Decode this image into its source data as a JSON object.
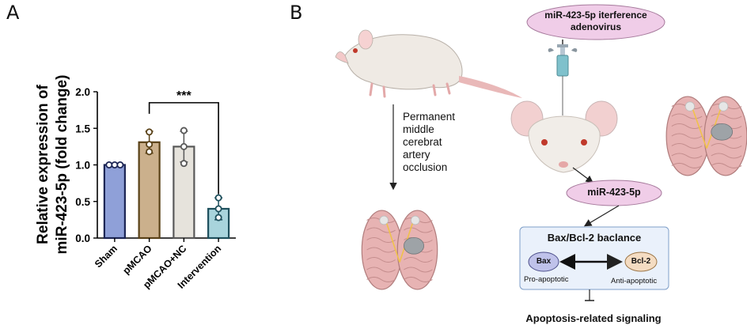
{
  "panel_a_label": "A",
  "panel_b_label": "B",
  "chart_data": {
    "type": "bar",
    "title": "",
    "ylabel_line1": "Relative expression of",
    "ylabel_line2": "miR-423-5p (fold change)",
    "xlabel": "",
    "categories": [
      "Sham",
      "pMCAO",
      "pMCAO+NC",
      "Intervention"
    ],
    "values": [
      1.0,
      1.31,
      1.25,
      0.4
    ],
    "error": [
      0.02,
      0.15,
      0.21,
      0.15
    ],
    "points": [
      [
        1.0,
        1.0,
        1.0
      ],
      [
        1.45,
        1.28,
        1.18
      ],
      [
        1.47,
        1.25,
        1.02
      ],
      [
        0.55,
        0.4,
        0.28
      ]
    ],
    "ylim": [
      0,
      2.0
    ],
    "yticks": [
      "0.0",
      "0.5",
      "1.0",
      "1.5",
      "2.0"
    ],
    "colors": [
      "#8fa0d8",
      "#cbb08c",
      "#e6e3dc",
      "#a8d4dc"
    ],
    "edge_colors": [
      "#1c2554",
      "#5a4218",
      "#595959",
      "#1e4f5c"
    ],
    "significance": {
      "from": "pMCAO",
      "to": "Intervention",
      "label": "***"
    }
  },
  "diagram": {
    "step1_label": "Permanent\nmiddle\ncerebrat\nartery\nocclusion",
    "virus_label": "miR-423-5p iterference\nadenovirus",
    "mirna_label": "miR-423-5p",
    "box_title": "Bax/Bcl-2 baclance",
    "bax_label": "Bax",
    "bcl2_label": "Bcl-2",
    "pro_label": "Pro-apoptotic",
    "anti_label": "Anti-apoptotic",
    "bottom_label": "Apoptosis-related signaling",
    "colors": {
      "pink_ellipse": "#f0cde8",
      "pink_edge": "#a67a9c",
      "box_fill": "#eaf1fb",
      "box_edge": "#7f9fc8",
      "bax_fill": "#bfc2ea",
      "bcl2_fill": "#f4dcc2"
    }
  }
}
